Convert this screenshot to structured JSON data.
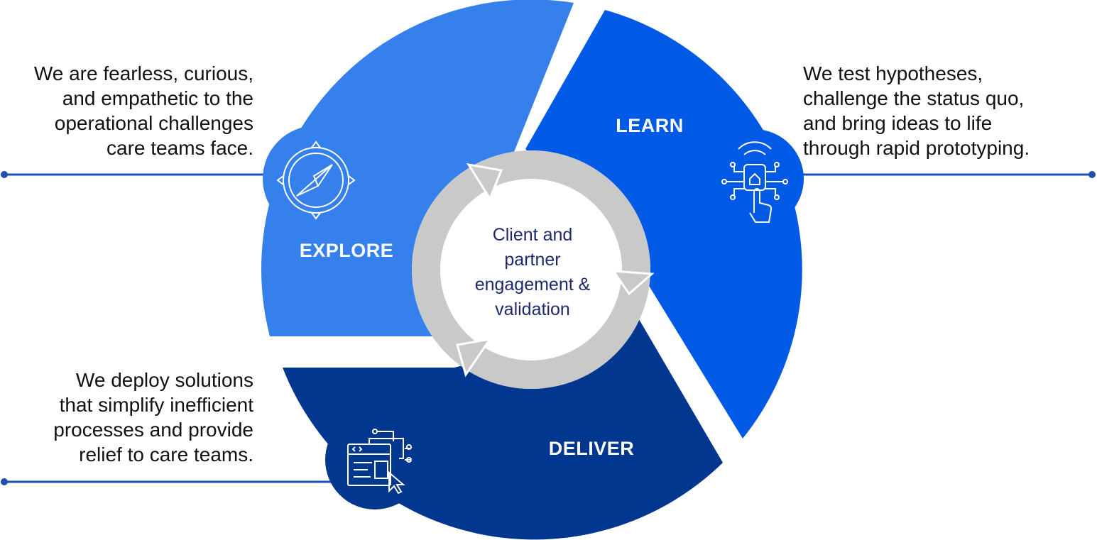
{
  "phases": [
    {
      "id": "explore",
      "label": "EXPLORE",
      "icon": "compass-icon",
      "color": "#3680ec",
      "description": [
        "We are fearless, curious,",
        "and empathetic to the",
        "operational challenges",
        "care teams face."
      ]
    },
    {
      "id": "learn",
      "label": "LEARN",
      "icon": "touch-circuit-icon",
      "color": "#005ae6",
      "description": [
        "We test hypotheses,",
        "challenge the status quo,",
        "and bring ideas to life",
        "through rapid prototyping."
      ]
    },
    {
      "id": "deliver",
      "label": "DELIVER",
      "icon": "code-window-cursor-icon",
      "color": "#01378e",
      "description": [
        "We deploy solutions",
        "that simplify inefficient",
        "processes and provide",
        "relief to care teams."
      ]
    }
  ],
  "center": {
    "lines": [
      "Client and",
      "partner",
      "engagement &",
      "validation"
    ],
    "ring_color": "#c9c9c9",
    "text_color": "#1e2a6e"
  },
  "connector_color": "#1f4fb0"
}
